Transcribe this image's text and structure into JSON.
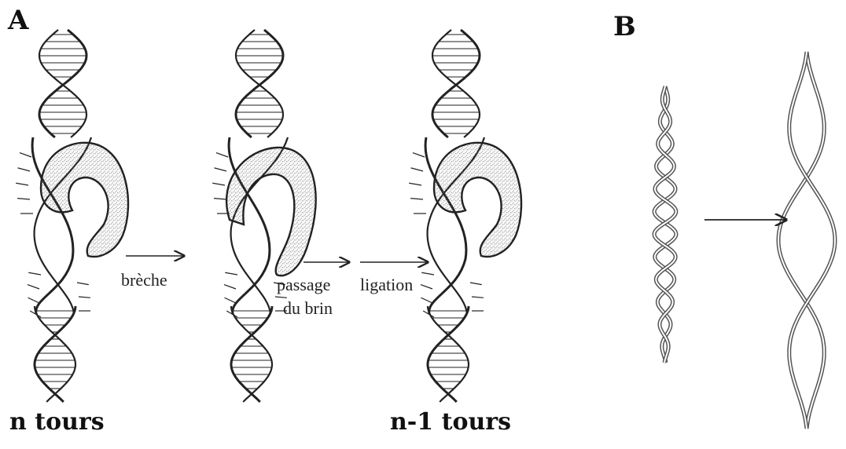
{
  "panel_a": {
    "letter": "A",
    "arrow_labels": {
      "nick": "brèche",
      "passage_line1": "passage",
      "passage_line2": "du brin",
      "ligation": "ligation"
    },
    "captions": {
      "before": "n tours",
      "after": "n-1 tours"
    }
  },
  "panel_b": {
    "letter": "B"
  }
}
